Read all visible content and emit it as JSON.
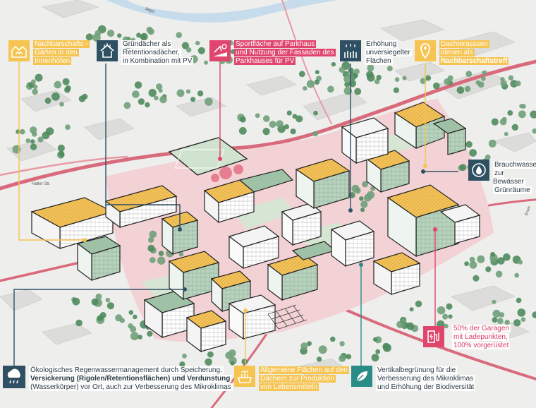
{
  "colors": {
    "yellow": "#f6c451",
    "pink": "#e0456d",
    "navy": "#2f4f63",
    "teal": "#2a8c86",
    "green_roof": "#9fc2a6",
    "tree": "#4f8a5e",
    "road": "#d96a7c"
  },
  "streets": {
    "halle": "Haller Str.",
    "jagst": "Jagst",
    "east": "Erwe"
  },
  "annotations": {
    "nachbarschaftsgaerten": {
      "icon": "community-garden-icon",
      "color": "yellow",
      "lines": [
        "Nachbarschafts -",
        "Gärten in den",
        "Innenhöfen"
      ]
    },
    "gruendaecher": {
      "icon": "green-roof-icon",
      "color": "navy",
      "lines": [
        "Gründächer als",
        "Retentionsdächer,",
        "in Kombination mit PV"
      ]
    },
    "sportflaeche": {
      "icon": "sport-facade-icon",
      "color": "pink",
      "lines": [
        "Sportfläche auf Parkhaus",
        "und Nutzung der Fassaden des",
        "Parkhauses für PV"
      ]
    },
    "entsiegelung": {
      "icon": "grass-rain-icon",
      "color": "navy",
      "lines": [
        "Erhöhung",
        "unversiegelter",
        "Flächen"
      ]
    },
    "dachterrassen": {
      "icon": "location-pin-icon",
      "color": "yellow",
      "lines": [
        "Dachterasssen",
        "dienen als"
      ],
      "bold_line": "Nachbarschaftstreff"
    },
    "brauchwasser": {
      "icon": "water-drop-icon",
      "color": "navy",
      "lines": [
        "Brauchwasse",
        "zur Bewässer",
        "Grünräume"
      ]
    },
    "garagen": {
      "icon": "ev-charger-icon",
      "color": "pink",
      "lines": [
        "50% der Garagen",
        "mit Ladepunkten,",
        "100% vorgerüstet"
      ]
    },
    "regenwasser": {
      "icon": "rain-cloud-icon",
      "color": "navy",
      "line1": "Ökologisches Regenwassermanagement durch Speicherung,",
      "line2": "Versickerung (Rigolen/Retentionsflächen) und Verdunstung",
      "line3": "(Wasserkörper) vor Ort, auch zur Verbesserung des Mikroklimas"
    },
    "allgemeinflaechen": {
      "icon": "planter-box-icon",
      "color": "yellow",
      "lines": [
        "Allgemeine Flächen auf den",
        "Dächern zur Produktion",
        "von Lebensmitteln"
      ]
    },
    "vertikalbegruenung": {
      "icon": "leaf-hand-icon",
      "color": "teal",
      "lines": [
        "Vertikalbegrünung für die",
        "Verbesserung des Mikroklimas",
        "und Erhöhung der Biodiversität"
      ]
    }
  }
}
